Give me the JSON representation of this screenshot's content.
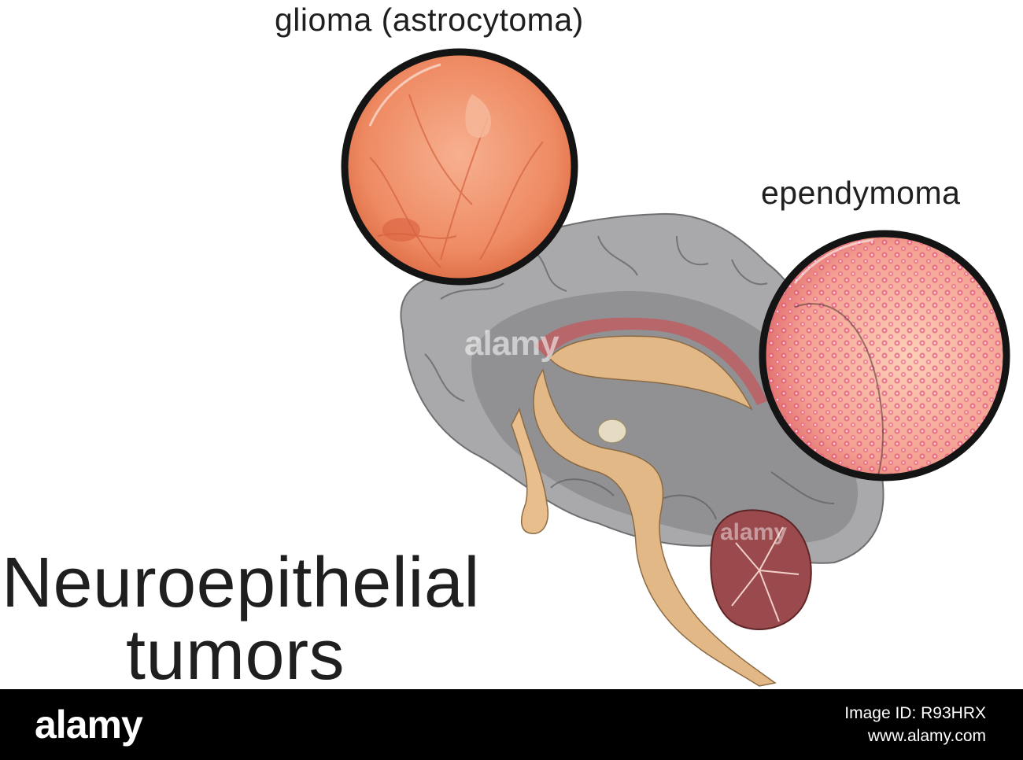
{
  "labels": {
    "glioma": "glioma (astrocytoma)",
    "ependymoma": "ependymoma"
  },
  "title": {
    "line1": "Neuroepithelial",
    "line2": "tumors"
  },
  "watermark": "alamy",
  "footer": {
    "logo": "alamy",
    "image_id": "Image ID: R93HRX",
    "site": "www.alamy.com"
  },
  "colors": {
    "brain_gray": "#a9a9ab",
    "brain_inner": "#8e8e91",
    "brainstem": "#e2b887",
    "cerebellum": "#9a4a4d",
    "glioma_fill": "#ee8a63",
    "ependymoma_fill": "#f4a6a3",
    "footer_bg": "#000000"
  }
}
